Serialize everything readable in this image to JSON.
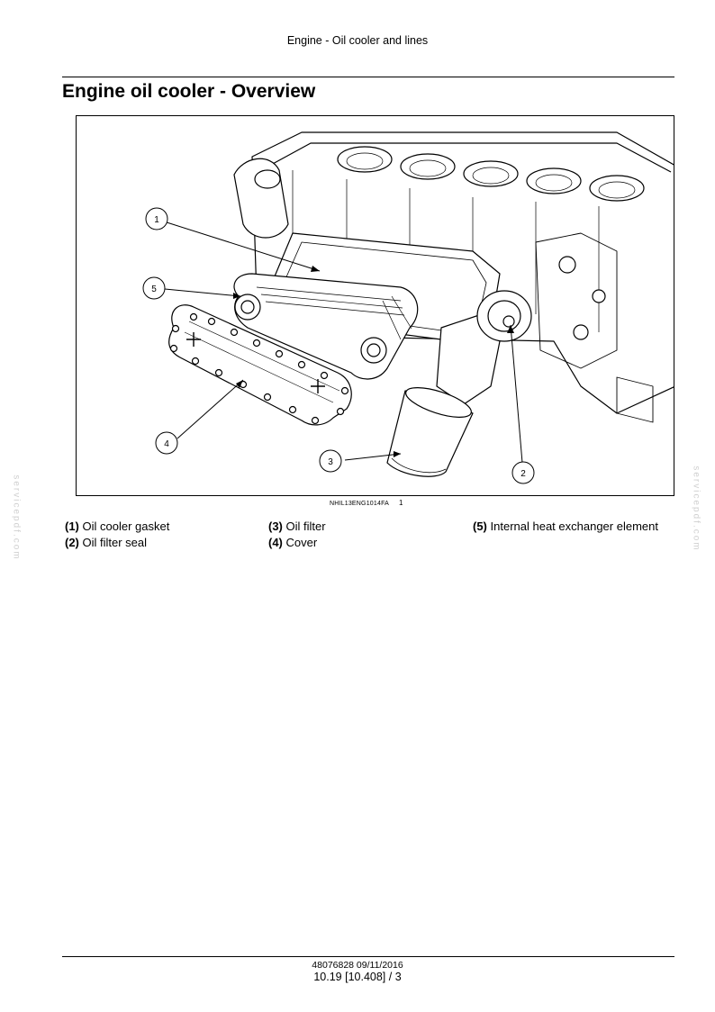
{
  "header": {
    "running_title": "Engine - Oil cooler and lines"
  },
  "page_title": "Engine oil cooler - Overview",
  "figure": {
    "code": "NHIL13ENG1014FA",
    "number": "1",
    "callouts": [
      "1",
      "2",
      "3",
      "4",
      "5"
    ]
  },
  "legend": [
    {
      "num": "(1)",
      "label": "Oil cooler gasket"
    },
    {
      "num": "(2)",
      "label": "Oil filter seal"
    },
    {
      "num": "(3)",
      "label": "Oil filter"
    },
    {
      "num": "(4)",
      "label": "Cover"
    },
    {
      "num": "(5)",
      "label": "Internal heat exchanger element"
    }
  ],
  "watermark": "servicepdf.com",
  "footer": {
    "doc_ref": "48076828 09/11/2016",
    "page_ref": "10.19 [10.408] / 3"
  }
}
